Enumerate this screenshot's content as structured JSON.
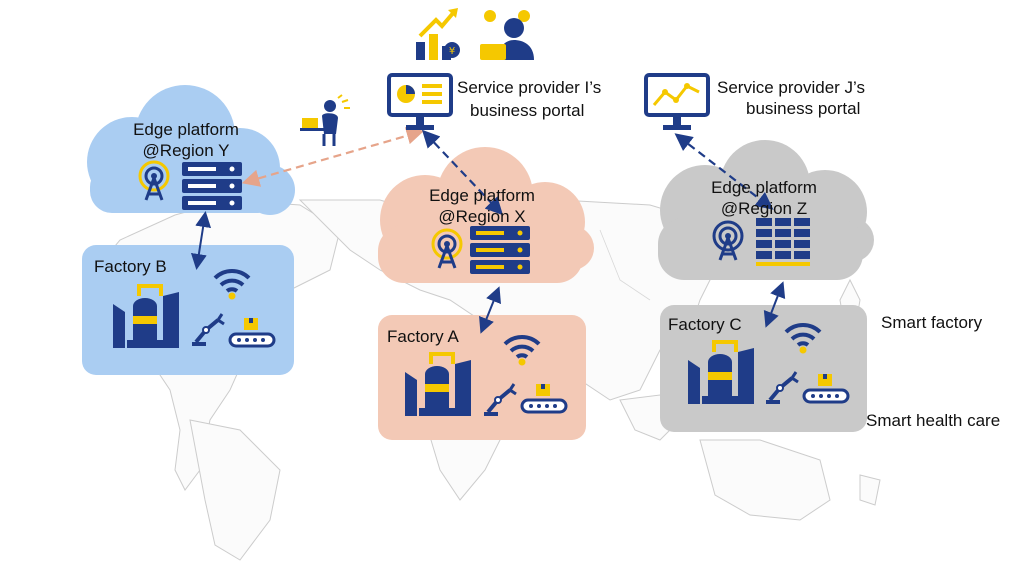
{
  "colors": {
    "navy": "#1f3c88",
    "yellow": "#f5c800",
    "region_y": "#aacdf2",
    "region_x": "#f3c9b6",
    "region_z": "#c9c9c9",
    "map_line": "#cfcfcf",
    "link_orange": "#e6a48a"
  },
  "service_provider_i": {
    "label_line1": "Service provider I’s",
    "label_line2": "business portal",
    "icons": [
      "growth-chart-icon",
      "frustrated-user-icon",
      "monitor-dashboard-icon"
    ]
  },
  "service_provider_j": {
    "label_line1": "Service provider J’s",
    "label_line2": "business portal",
    "icons": [
      "monitor-line-chart-icon"
    ]
  },
  "user": {
    "icon": "person-at-laptop-icon"
  },
  "edge_y": {
    "line1": "Edge platform",
    "line2": "@Region Y"
  },
  "edge_x": {
    "line1": "Edge platform",
    "line2": "@Region X"
  },
  "edge_z": {
    "line1": "Edge platform",
    "line2": "@Region Z"
  },
  "factory_a": {
    "label": "Factory A"
  },
  "factory_b": {
    "label": "Factory B"
  },
  "factory_c": {
    "label": "Factory C"
  },
  "use_cases": {
    "smart_factory": "Smart factory",
    "smart_health_care": "Smart health care"
  }
}
